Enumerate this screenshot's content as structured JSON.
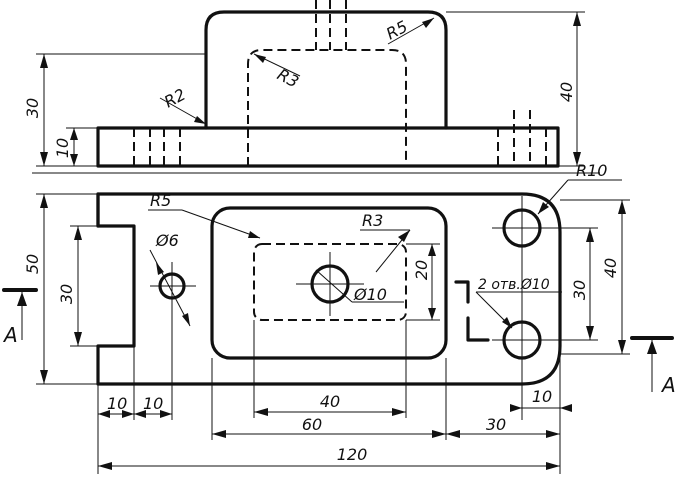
{
  "drawing": {
    "top_view": {
      "dims": {
        "height_40": "40",
        "height_30": "30",
        "height_10": "10",
        "r5": "R5",
        "r3": "R3",
        "r2": "R2"
      }
    },
    "plan_view": {
      "dims": {
        "r10": "R10",
        "r5": "R5",
        "r3": "R3",
        "d6": "Ø6",
        "d10": "Ø10",
        "holes_note": "2 отв.Ø10",
        "h50": "50",
        "h30_left": "30",
        "h20": "20",
        "h30_right": "30",
        "h40_right": "40",
        "w10_a": "10",
        "w10_b": "10",
        "w40": "40",
        "w60": "60",
        "w30": "30",
        "w10_right": "10",
        "w120": "120"
      }
    },
    "section": {
      "label_left": "A",
      "label_right": "A"
    }
  }
}
